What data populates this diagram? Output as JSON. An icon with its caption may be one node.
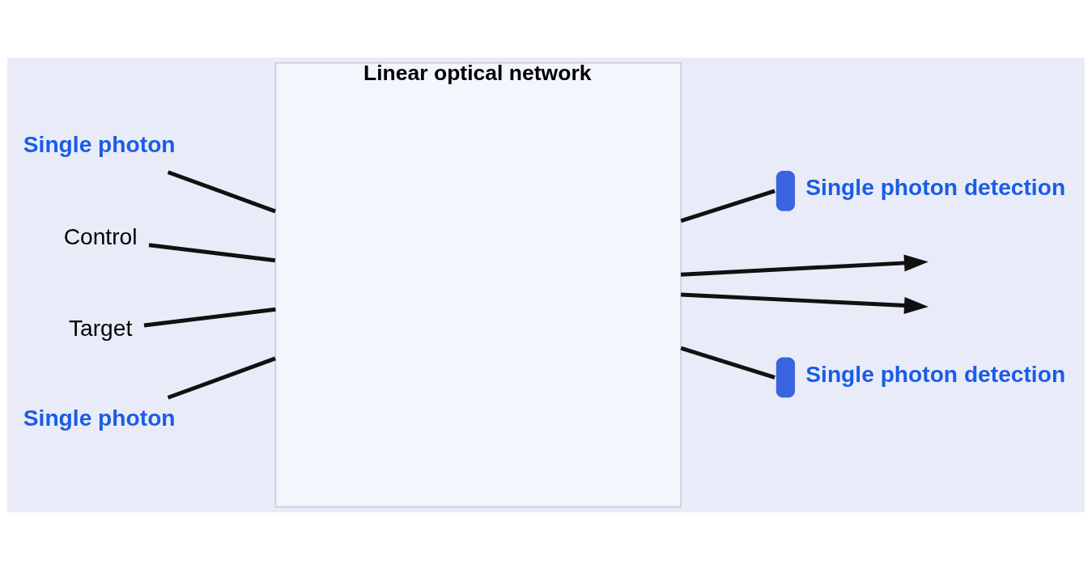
{
  "diagram": {
    "nodes": [
      {
        "text": [
          "Linear optical network"
        ]
      },
      {
        "text": [
          "Single photon"
        ]
      },
      {
        "text": [
          "Control"
        ]
      },
      {
        "text": [
          "Target"
        ]
      },
      {
        "text": [
          "Single photon"
        ]
      },
      {
        "text": [],
        "shape": "semicircle",
        "beside": [
          "Single photon detection"
        ]
      },
      {
        "text": [],
        "shape": "semicircle",
        "beside": [
          "Single photon detection"
        ]
      }
    ],
    "edges": [
      {
        "from": 1,
        "to": 0,
        "arrow": "none"
      },
      {
        "from": 2,
        "to": 0,
        "arrow": "none"
      },
      {
        "from": 3,
        "to": 0,
        "arrow": "none"
      },
      {
        "from": 4,
        "to": 0,
        "arrow": "none"
      },
      {
        "from": 0,
        "to": 5,
        "arrow": "none"
      },
      {
        "from": 0,
        "to": null,
        "arrow": "to"
      },
      {
        "from": 0,
        "to": null,
        "arrow": "to"
      },
      {
        "from": 0,
        "to": 6,
        "arrow": "none"
      }
    ]
  }
}
